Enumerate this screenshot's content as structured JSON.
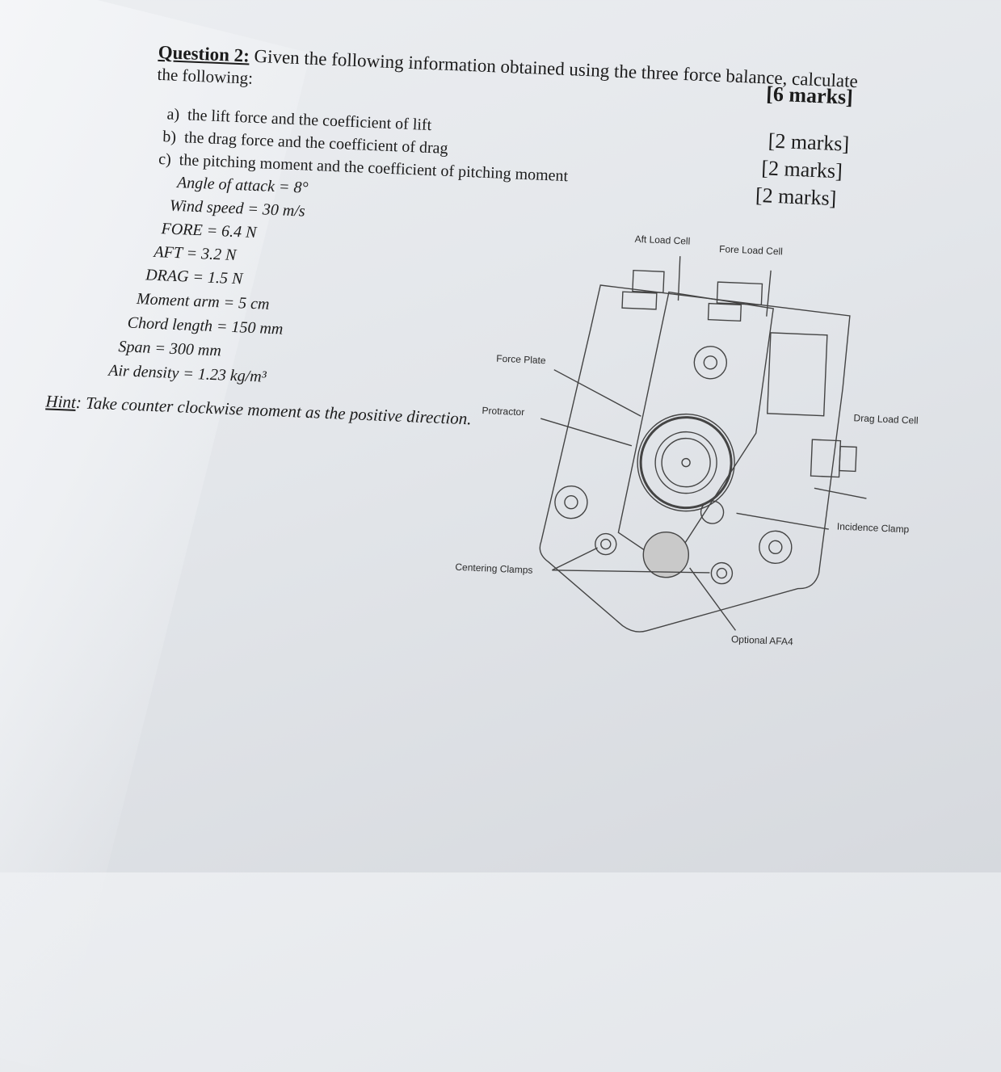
{
  "question": {
    "number_label": "Question 2:",
    "text_line1": "Given the following information obtained using the three force balance, calculate",
    "text_line2": "the following:",
    "total_marks": "[6 marks]",
    "parts": [
      {
        "label": "a)",
        "text": "the lift force and the coefficient of lift",
        "marks": "[2 marks]"
      },
      {
        "label": "b)",
        "text": "the drag force and the coefficient of drag",
        "marks": "[2 marks]"
      },
      {
        "label": "c)",
        "text": "the pitching moment and the coefficient of pitching moment",
        "marks": "[2 marks]"
      }
    ]
  },
  "given": [
    "Angle of attack = 8°",
    "Wind speed = 30 m/s",
    "FORE = 6.4 N",
    "AFT = 3.2 N",
    "DRAG = 1.5 N",
    "Moment arm = 5 cm",
    "Chord length = 150 mm",
    "Span = 300 mm",
    "Air density = 1.23 kg/m³"
  ],
  "hint": {
    "label": "Hint",
    "text": ": Take counter clockwise moment as the positive direction."
  },
  "diagram": {
    "labels": {
      "aft_load_cell": "Aft Load Cell",
      "fore_load_cell": "Fore Load Cell",
      "force_plate": "Force Plate",
      "protractor": "Protractor",
      "drag_load_cell": "Drag Load Cell",
      "incidence_clamp": "Incidence Clamp",
      "centering_clamps": "Centering Clamps",
      "optional_afa4": "Optional AFA4"
    }
  }
}
